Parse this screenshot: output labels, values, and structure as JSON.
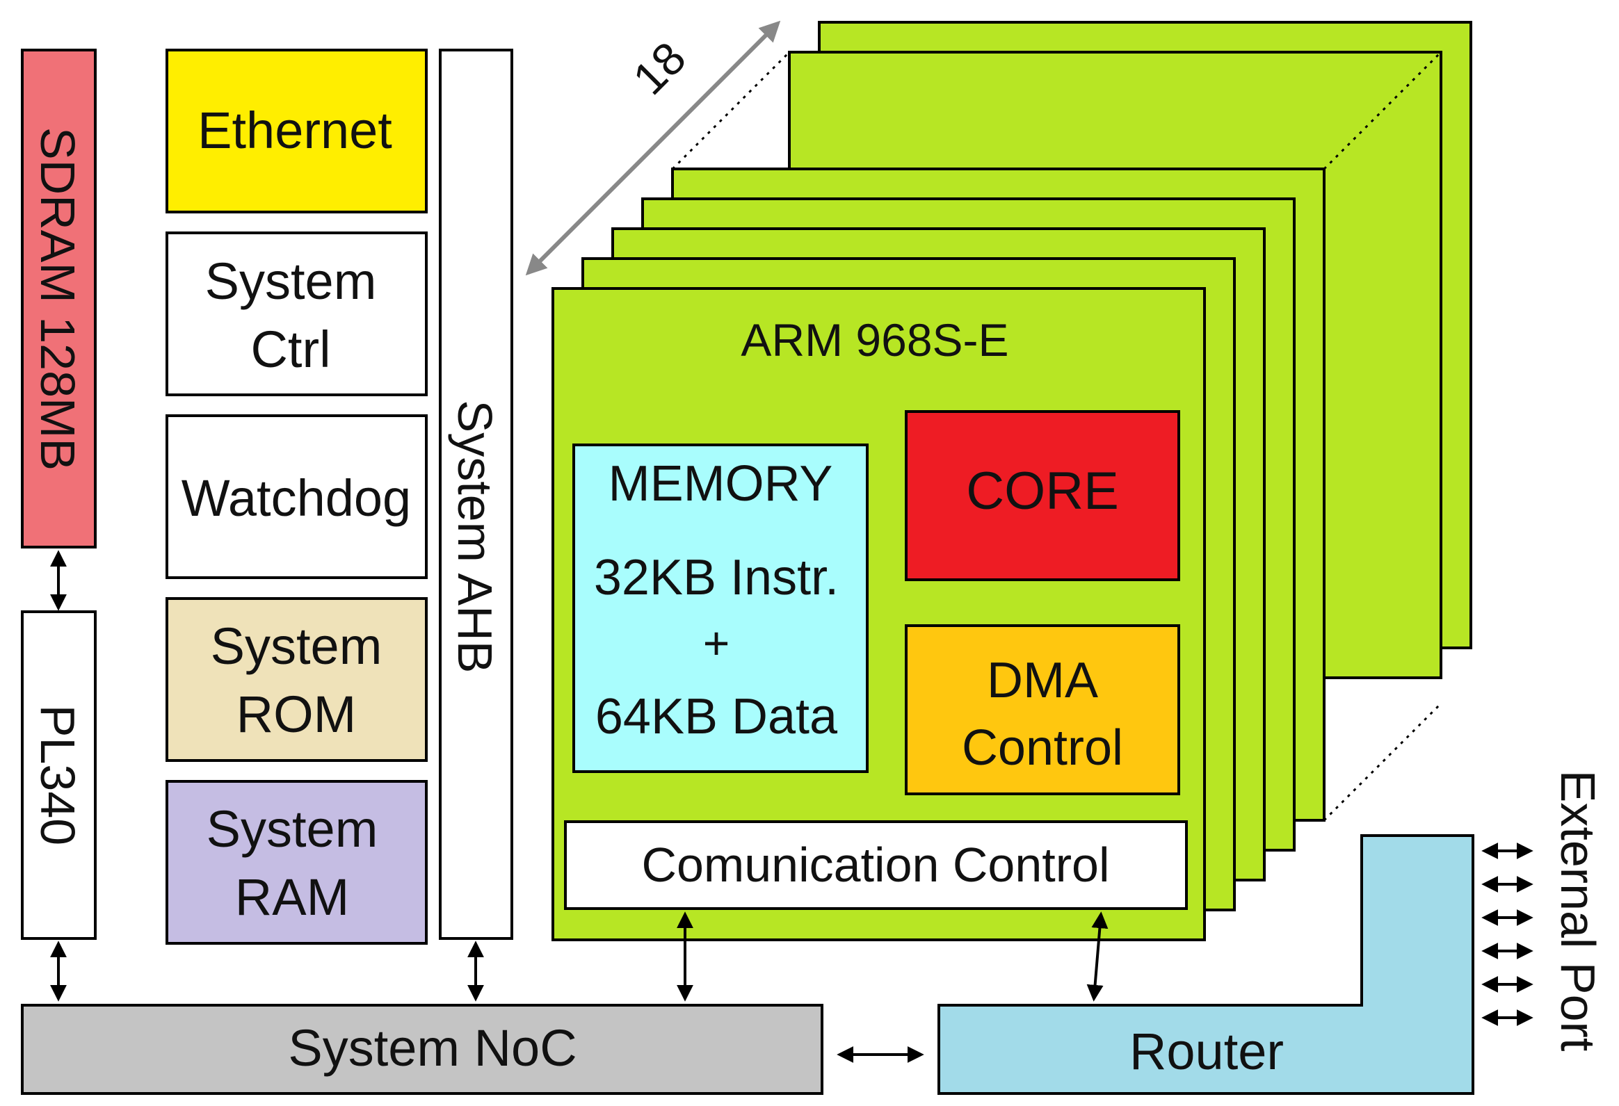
{
  "blocks": {
    "sdram": {
      "label": "SDRAM 128MB",
      "color": "#F07177"
    },
    "pl340": {
      "label": "PL340",
      "color": "#FFFFFF"
    },
    "ethernet": {
      "label": "Ethernet",
      "color": "#FFEE00"
    },
    "system_ctrl": {
      "line1": "System",
      "line2": "Ctrl",
      "color": "#FFFFFF"
    },
    "watchdog": {
      "label": "Watchdog",
      "color": "#FFFFFF"
    },
    "system_rom": {
      "line1": "System",
      "line2": "ROM",
      "color": "#EFE2B9"
    },
    "system_ram": {
      "line1": "System",
      "line2": "RAM",
      "color": "#C5BDE3"
    },
    "system_ahb": {
      "label": "System AHB",
      "color": "#FFFFFF"
    },
    "system_noc": {
      "label": "System NoC",
      "color": "#C4C4C4"
    },
    "router": {
      "label": "Router",
      "color": "#A2DBE9"
    },
    "external_port": {
      "label": "External Port"
    }
  },
  "processor": {
    "count_label": "18",
    "title": "ARM 968S-E",
    "color": "#B7E624",
    "memory": {
      "line1": "MEMORY",
      "line2": "32KB Instr.",
      "line3": "+",
      "line4": "64KB Data",
      "color": "#A9FDFD"
    },
    "core": {
      "label": "CORE",
      "color": "#EE1C24"
    },
    "dma": {
      "line1": "DMA",
      "line2": "Control",
      "color": "#FFC70F"
    },
    "comm": {
      "label": "Comunication Control",
      "color": "#FFFFFF"
    }
  }
}
